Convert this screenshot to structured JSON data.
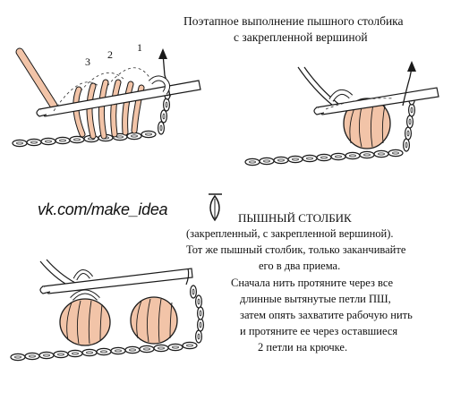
{
  "title": {
    "line1": "Поэтапное выполнение пышного столбика",
    "line2": "с закрепленной вершиной"
  },
  "step_numbers": [
    "3",
    "2",
    "1"
  ],
  "watermark": "vk.com/make_idea",
  "heading": "ПЫШНЫЙ СТОЛБИК",
  "body_lines": [
    "(закрепленный, с закрепленной вершиной).",
    "Тот же пышный столбик, только заканчивайте",
    "его в два приема.",
    "Сначала нить протяните через все",
    "длинные вытянутые петли ПШ,",
    "затем опять захватите рабочую нить",
    "и протяните ее через оставшиеся",
    "2 петли на крючке."
  ],
  "colors": {
    "yarn_fill": "#f2c4a8",
    "outline": "#1a1a1a",
    "chain_fill": "#ffffff"
  },
  "icons": [
    "crochet-hook-icon",
    "leaf-symbol-icon"
  ]
}
